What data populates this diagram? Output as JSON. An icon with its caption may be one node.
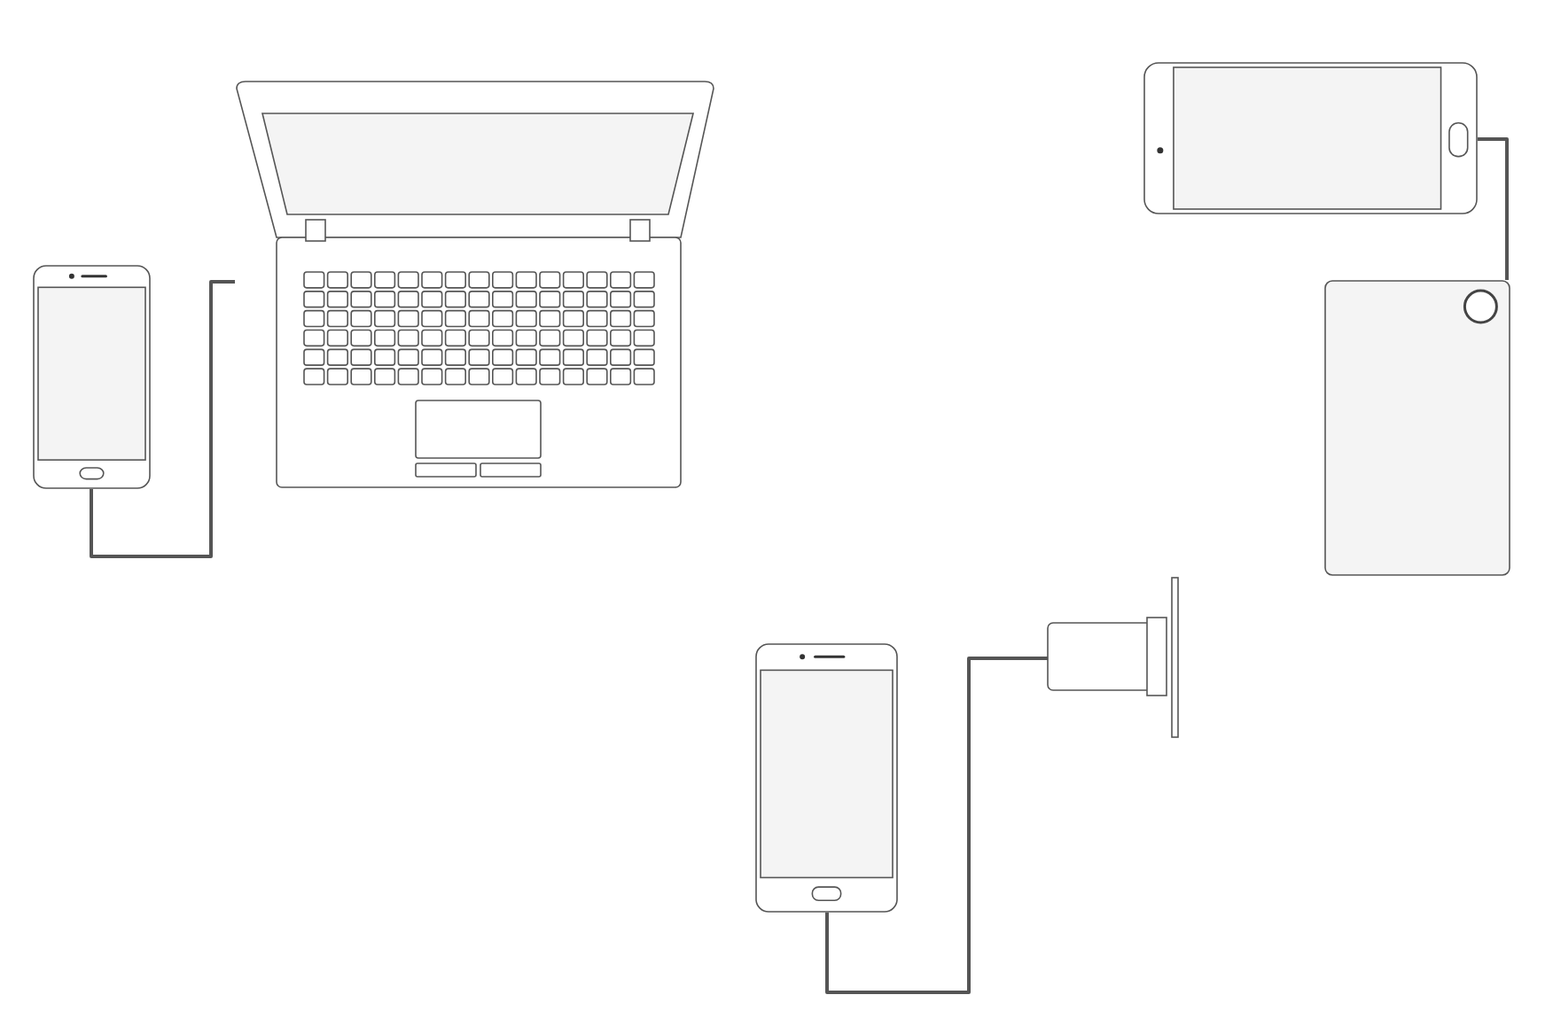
{
  "diagram": {
    "nodes": [
      {
        "text": [],
        "shape": "picture"
      },
      {
        "text": [],
        "shape": "picture"
      },
      {
        "text": [],
        "shape": "picture"
      },
      {
        "text": [],
        "shape": "picture"
      },
      {
        "text": [],
        "shape": "picture"
      },
      {
        "text": [],
        "shape": "picture"
      }
    ],
    "edges": [
      {
        "from": 0,
        "to": 1,
        "arrow": "none"
      },
      {
        "from": 2,
        "to": 3,
        "arrow": "none"
      },
      {
        "from": 4,
        "to": 5,
        "arrow": "none"
      }
    ]
  }
}
